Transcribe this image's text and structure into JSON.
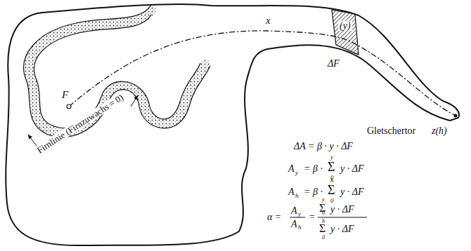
{
  "diagram": {
    "labels": [
      "x",
      "(y)",
      "ΔF",
      "Firnlinie (Firnzuwachs = 0)",
      "F",
      "ΔA = β · y · ΔF",
      "A",
      "y",
      "= β ·",
      "Σ",
      "0",
      "y",
      "y · ΔF",
      "A",
      "h",
      "= β ·",
      "Σ",
      "0",
      "h",
      "y · ΔF",
      "α =",
      "A",
      "y",
      "A",
      "h",
      "=",
      "Σ",
      "0",
      "y",
      "y · ΔF",
      "Σ",
      "0",
      "h",
      "y · ΔF",
      "z(h)",
      "Gletschertor"
    ]
  }
}
